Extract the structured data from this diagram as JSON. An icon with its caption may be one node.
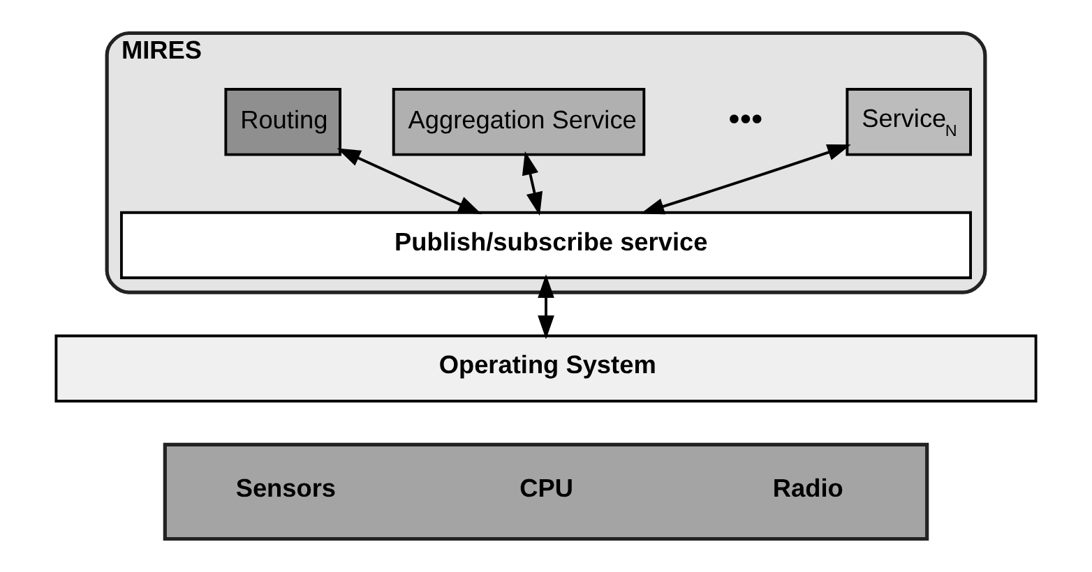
{
  "diagram": {
    "nodes": [
      {
        "text": [
          "MIRES"
        ]
      },
      {
        "text": [
          "Routing"
        ],
        "in": 0
      },
      {
        "text": [
          "Aggregation Service"
        ],
        "in": 0
      },
      {
        "text": [
          "Service$_{N}$"
        ],
        "in": 0
      },
      {
        "text": [
          "Publish/subscribe service"
        ],
        "in": 0
      },
      {
        "text": [
          "Operating System"
        ]
      },
      {
        "text": [],
        "shape": "bar"
      },
      {
        "text": [
          "Sensors"
        ],
        "in": 6
      },
      {
        "text": [
          "CPU"
        ],
        "in": 6
      },
      {
        "text": [
          "Radio"
        ],
        "in": 6
      }
    ],
    "edges": [
      {
        "from": 1,
        "to": 4,
        "arrow": "both"
      },
      {
        "from": 2,
        "to": 4,
        "arrow": "both"
      },
      {
        "from": 3,
        "to": 4,
        "arrow": "both"
      },
      {
        "from": 4,
        "to": 5,
        "arrow": "both"
      }
    ],
    "labels": [
      "•••"
    ]
  }
}
